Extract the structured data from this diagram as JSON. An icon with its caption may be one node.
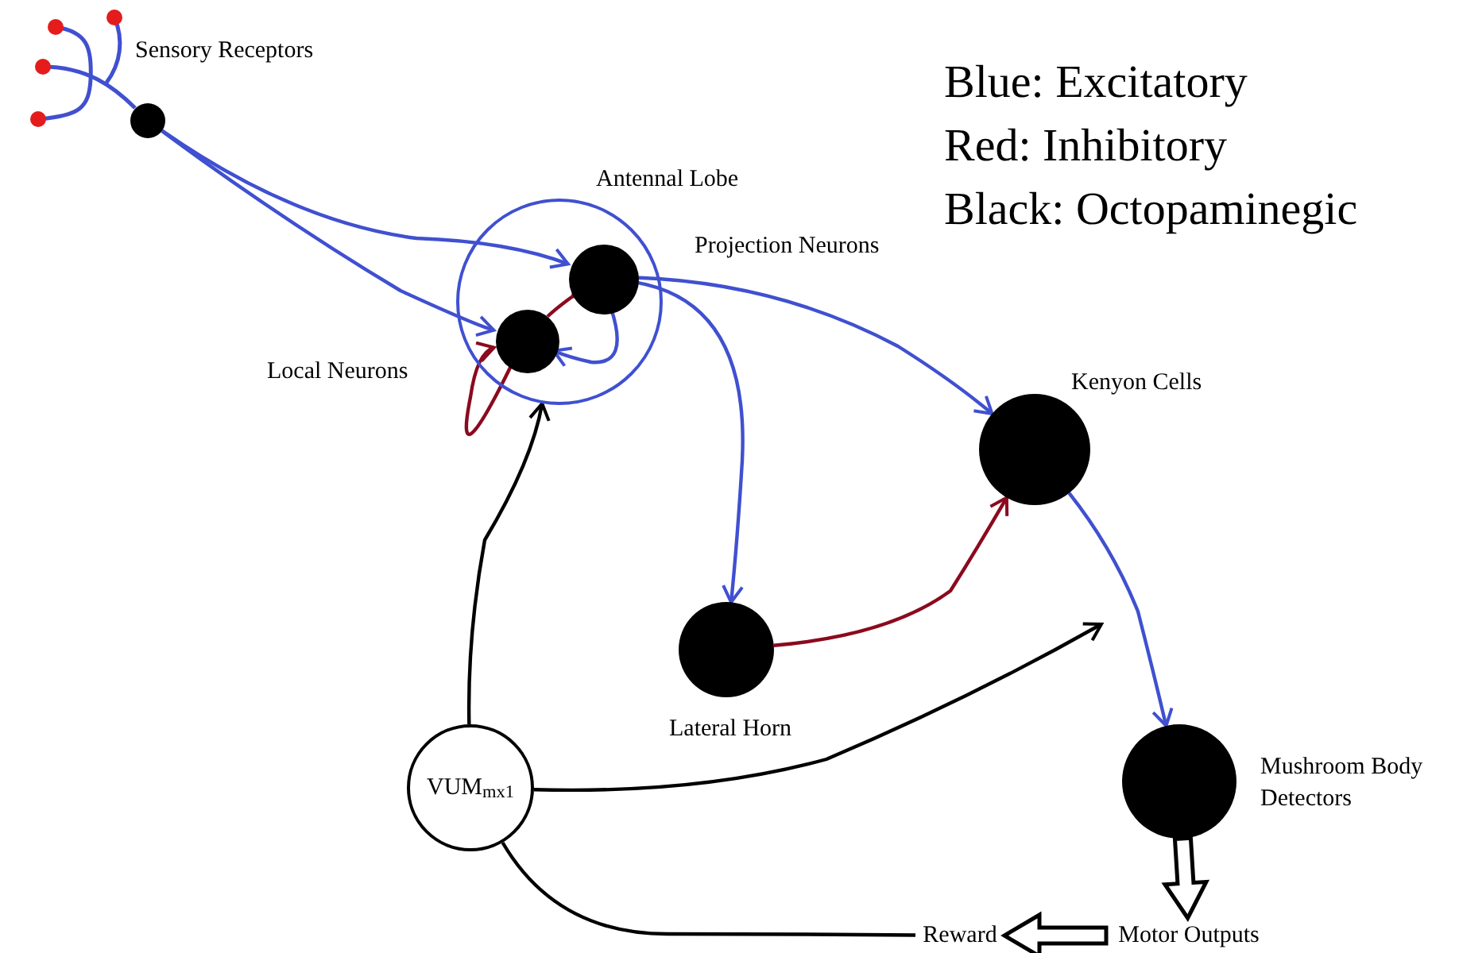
{
  "diagram": {
    "nodes": [
      {
        "text": [],
        "shape": "circle",
        "beside": [
          "Sensory Receptors"
        ]
      },
      {
        "text": [
          "Antennal Lobe"
        ]
      },
      {
        "text": [],
        "shape": "circle",
        "in": 1,
        "beside": [
          "Projection Neurons"
        ]
      },
      {
        "text": [],
        "shape": "circle",
        "in": 1,
        "beside": [
          "Local Neurons"
        ]
      },
      {
        "text": [],
        "shape": "circle",
        "beside": [
          "Kenyon Cells"
        ]
      },
      {
        "text": [],
        "shape": "circle",
        "beside": [
          "Lateral Horn"
        ]
      },
      {
        "text": [],
        "shape": "circle",
        "beside": [
          "Mushroom Body Detectors"
        ]
      },
      {
        "text": [
          "VUM$_{mx1}$"
        ]
      },
      {
        "text": [
          "Reward"
        ]
      },
      {
        "text": [
          "Motor Outputs"
        ]
      }
    ],
    "edges": [
      {
        "from": 0,
        "to": 2,
        "arrow": "to"
      },
      {
        "from": 0,
        "to": 3,
        "arrow": "to"
      },
      {
        "from": 2,
        "to": 3,
        "arrow": "to"
      },
      {
        "from": 3,
        "to": 3,
        "arrow": "to",
        "color": "#8b0a1e"
      },
      {
        "from": 3,
        "to": 2,
        "arrow": "to",
        "color": "#8b0a1e"
      },
      {
        "from": 2,
        "to": 4,
        "arrow": "to"
      },
      {
        "from": 2,
        "to": 5,
        "arrow": "to"
      },
      {
        "from": 4,
        "to": 6,
        "arrow": "to"
      },
      {
        "from": 5,
        "to": 4,
        "arrow": "to",
        "color": "#8b0a1e"
      },
      {
        "from": 7,
        "to": 1,
        "arrow": "to",
        "color": "#000000"
      },
      {
        "from": 7,
        "to": null,
        "arrow": "to",
        "color": "#000000"
      },
      {
        "from": 7,
        "to": 8,
        "arrow": "none",
        "color": "#000000"
      },
      {
        "from": 6,
        "to": 9,
        "arrow": "to",
        "style": "thick",
        "color": "#000000"
      },
      {
        "from": 9,
        "to": 8,
        "arrow": "to",
        "style": "thick",
        "color": "#000000"
      }
    ],
    "labels": [
      "Blue: Excitatory",
      "Red: Inhibitory",
      "Black: Octopaminegic"
    ]
  }
}
